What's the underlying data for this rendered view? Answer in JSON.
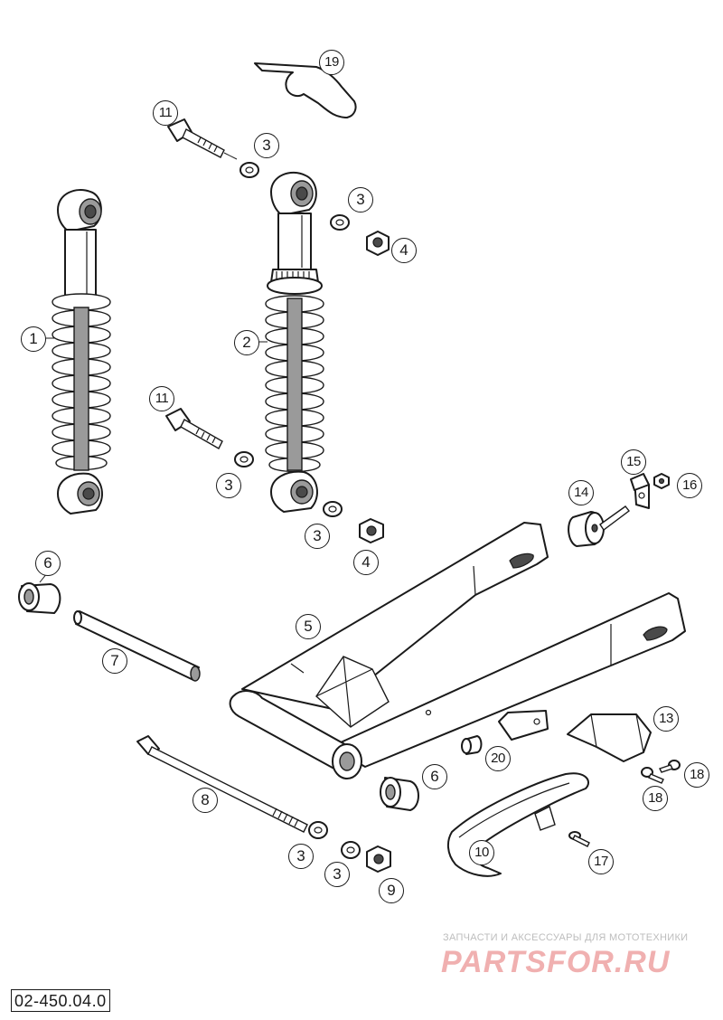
{
  "diagram_code": "02-450.04.0",
  "watermark": {
    "caption": "ЗАПЧАСТИ И АКСЕССУАРЫ ДЛЯ МОТОТЕХНИКИ",
    "logo": "PARTSFOR.RU"
  },
  "callouts": {
    "c1": "1",
    "c2": "2",
    "c3a": "3",
    "c3b": "3",
    "c3c": "3",
    "c3d": "3",
    "c3e": "3",
    "c3f": "3",
    "c4a": "4",
    "c4b": "4",
    "c5": "5",
    "c6a": "6",
    "c6b": "6",
    "c7": "7",
    "c8": "8",
    "c9": "9",
    "c10": "10",
    "c11a": "11",
    "c11b": "11",
    "c13": "13",
    "c14": "14",
    "c15": "15",
    "c16": "16",
    "c17": "17",
    "c18a": "18",
    "c18b": "18",
    "c19": "19",
    "c20": "20"
  }
}
